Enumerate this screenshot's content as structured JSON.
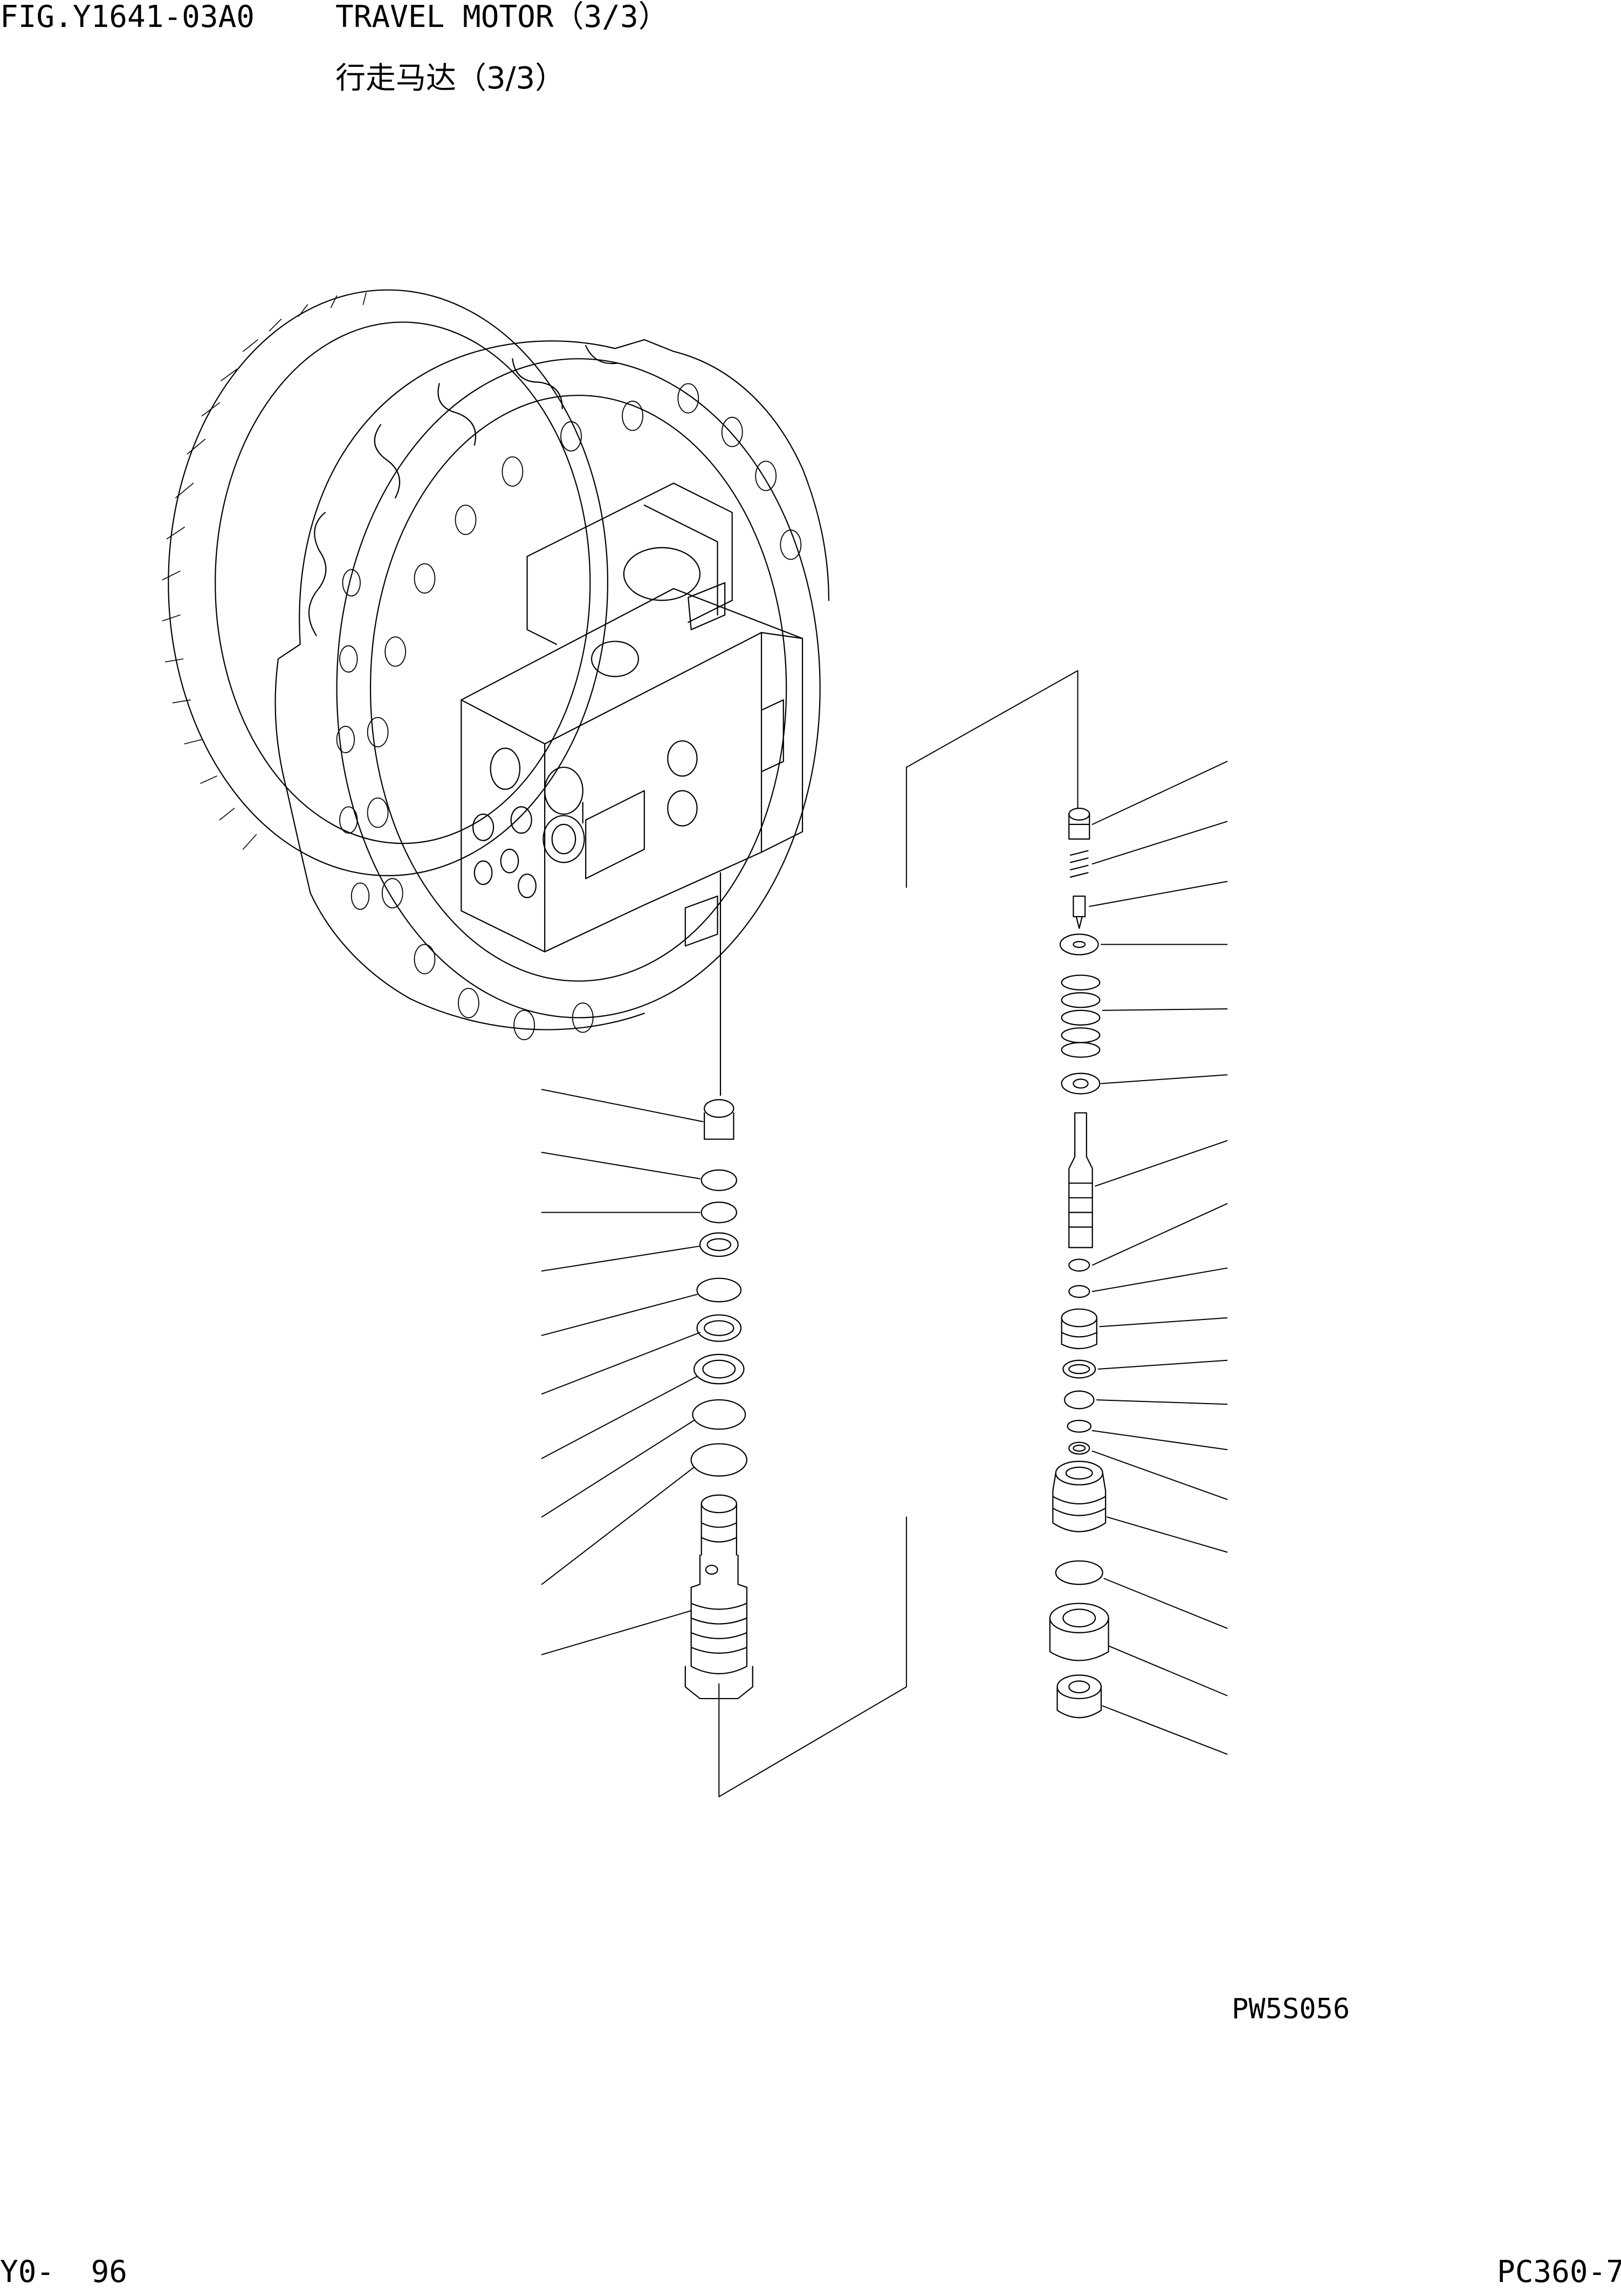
{
  "header": {
    "fig_number": "FIG.Y1641-03A0",
    "title_en": "TRAVEL MOTOR（3/3）",
    "title_cn": "行走马达（3/3）"
  },
  "diagram": {
    "drawing_code": "PW5S056",
    "assembly": "travel-motor",
    "left_stack_parts": [
      "fitting",
      "o-ring",
      "o-ring",
      "backup-ring",
      "o-ring",
      "backup-ring",
      "backup-ring",
      "o-ring",
      "o-ring",
      "relief-valve-cartridge"
    ],
    "right_stack_parts": [
      "cap",
      "spring-small",
      "poppet",
      "retainer",
      "spring",
      "seat",
      "spool",
      "o-ring",
      "o-ring",
      "sleeve",
      "backup-ring",
      "o-ring",
      "o-ring",
      "o-ring",
      "plug",
      "o-ring",
      "nut",
      "nut"
    ]
  },
  "footer": {
    "page_number": "Y0-  96",
    "model": "PC360-7"
  }
}
